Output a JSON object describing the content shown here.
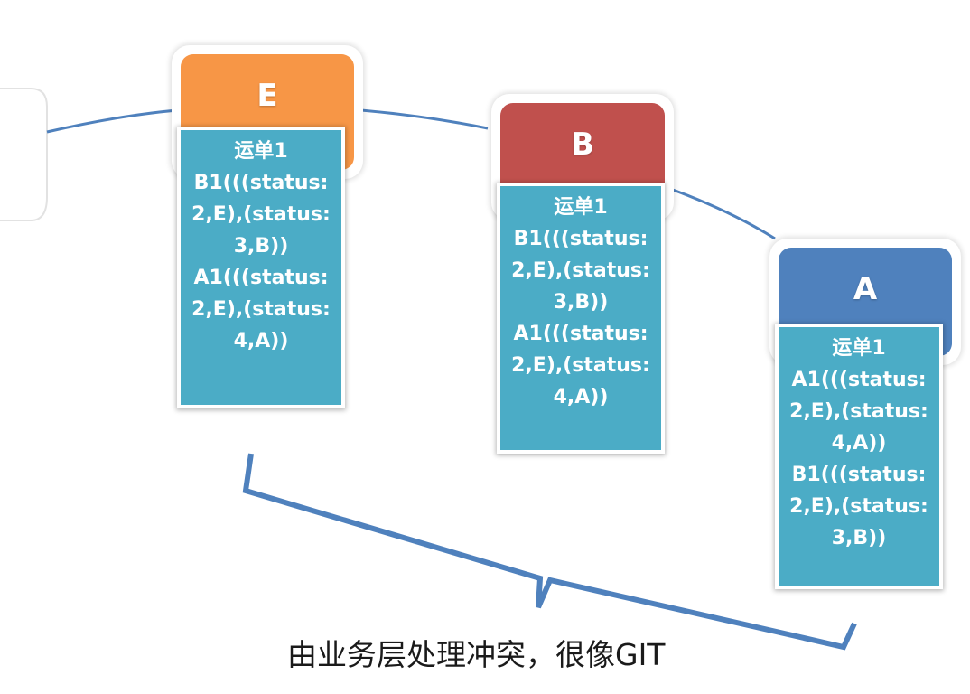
{
  "nodes": {
    "e": {
      "label": "E",
      "color": "#f79646"
    },
    "b": {
      "label": "B",
      "color": "#c0504d"
    },
    "a": {
      "label": "A",
      "color": "#4f81bd"
    }
  },
  "cards": {
    "e": [
      "运单1",
      "B1(((status:",
      "2,E),(status:",
      "3,B))",
      "A1(((status:",
      "2,E),(status:",
      "4,A))"
    ],
    "b": [
      "运单1",
      "B1(((status:",
      "2,E),(status:",
      "3,B))",
      "A1(((status:",
      "2,E),(status:",
      "4,A))"
    ],
    "a": [
      "运单1",
      "A1(((status:",
      "2,E),(status:",
      "4,A))",
      "B1(((status:",
      "2,E),(status:",
      "3,B))"
    ]
  },
  "card_color": "#4bacc6",
  "connector_color": "#4f81bd",
  "caption": "由业务层处理冲突，很像GIT"
}
